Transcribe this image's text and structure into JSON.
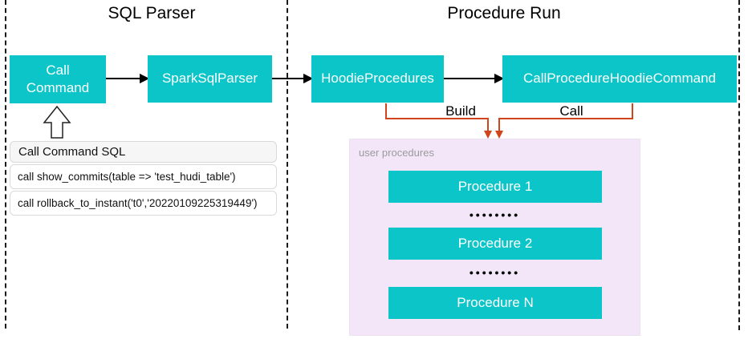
{
  "sections": {
    "sql_parser": {
      "title": "SQL Parser"
    },
    "procedure_run": {
      "title": "Procedure Run"
    }
  },
  "nodes": {
    "call_command": {
      "label": "Call Command"
    },
    "spark_sql_parser": {
      "label": "SparkSqlParser"
    },
    "hoodie_procedures": {
      "label": "HoodieProcedures"
    },
    "call_procedure_hoodie_command": {
      "label": "CallProcedureHoodieCommand"
    }
  },
  "edges": {
    "build": {
      "label": "Build"
    },
    "call": {
      "label": "Call"
    }
  },
  "sql_panel": {
    "header": "Call Command SQL",
    "rows": [
      "call show_commits(table => 'test_hudi_table')",
      "call rollback_to_instant('t0','20220109225319449')"
    ]
  },
  "user_procedures": {
    "label": "user procedures",
    "items": [
      "Procedure 1",
      "Procedure 2",
      "Procedure N"
    ],
    "dots": "••••••••"
  },
  "colors": {
    "node_fill": "#0cc5c9",
    "connector_orange": "#d0451c",
    "panel_lavender": "#f3e6f8"
  }
}
